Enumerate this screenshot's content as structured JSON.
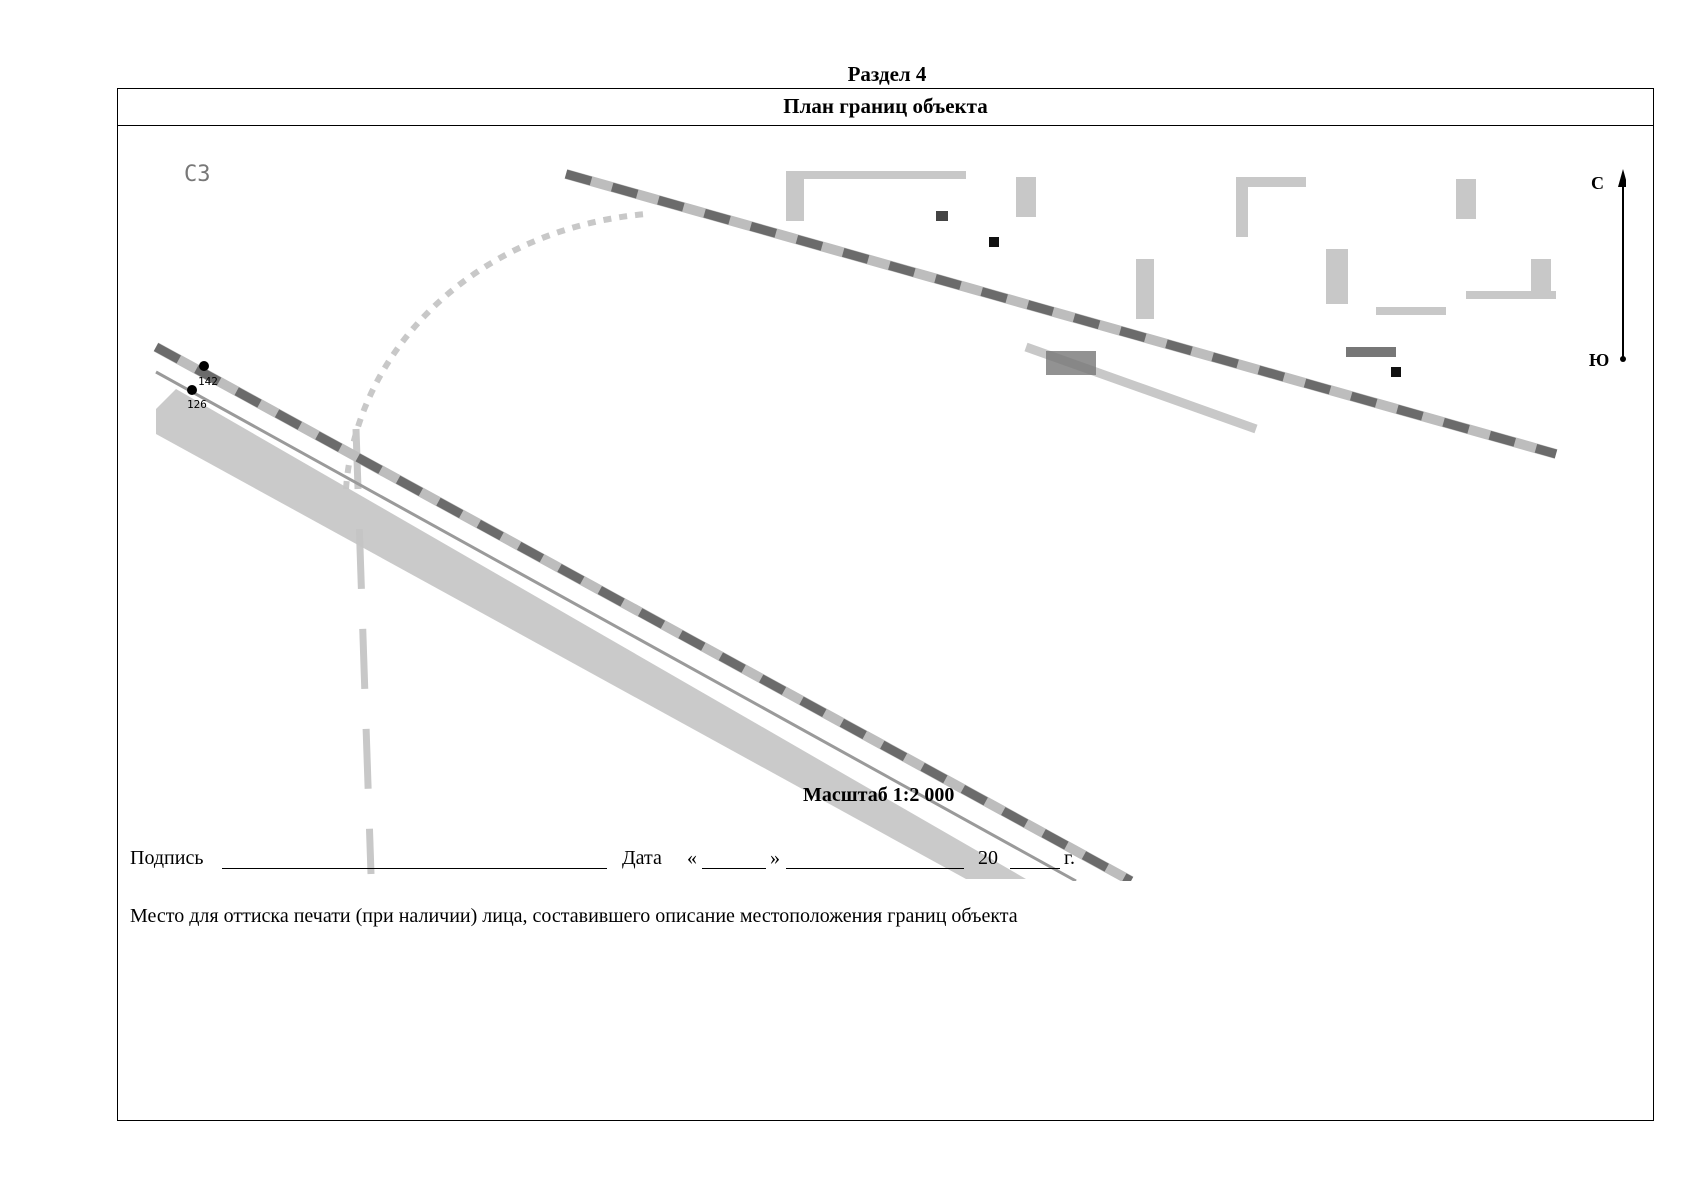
{
  "section_title": "Раздел 4",
  "plan_title": "План границ объекта",
  "map": {
    "zone_label": "СЗ",
    "points": [
      {
        "label": "142"
      },
      {
        "label": "126"
      }
    ],
    "north_label": "С",
    "south_label": "Ю",
    "scale_text": "Масштаб 1:2 000",
    "colors": {
      "dark_road": "#6b6b6b",
      "light_road": "#bdbdbd",
      "boundary_line": "#9a9a9a",
      "point": "#000000"
    },
    "icons": [
      "north-arrow-icon",
      "boundary-point-icon"
    ]
  },
  "signature": {
    "label": "Подпись",
    "date_label": "Дата",
    "quote_open": "«",
    "quote_close": "»",
    "year_prefix": "20",
    "year_suffix": "г."
  },
  "stamp_text": "Место для оттиска печати (при наличии) лица, составившего описание местоположения границ объекта"
}
